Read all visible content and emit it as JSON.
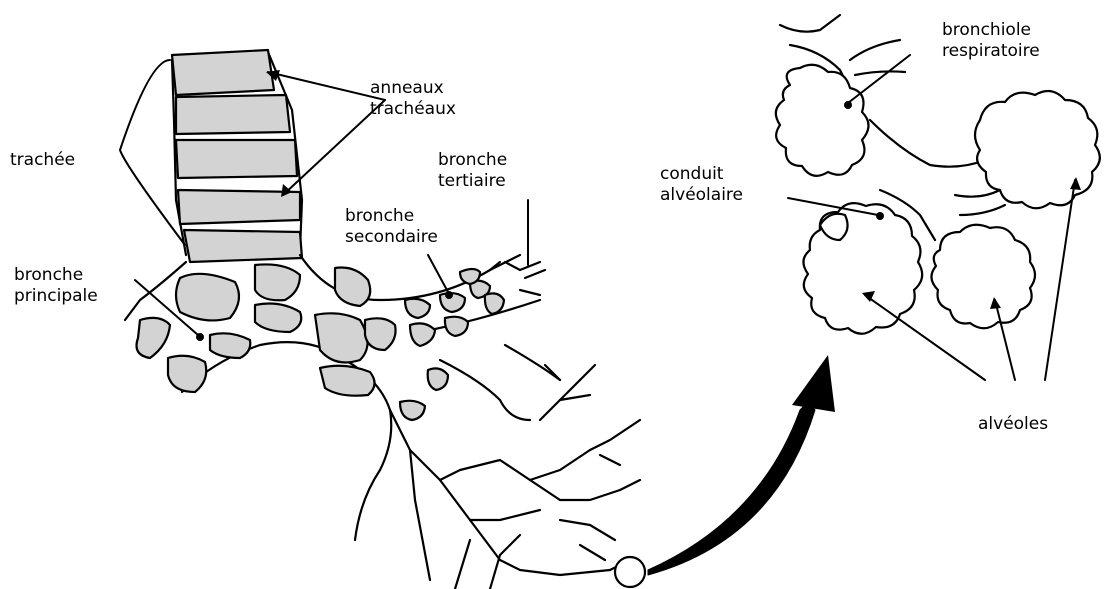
{
  "labels": {
    "trachea": "trachée",
    "tracheal_rings": [
      "anneaux",
      "trachéaux"
    ],
    "main_bronchus": [
      "bronche",
      "principale"
    ],
    "secondary_bronchus": [
      "bronche",
      "secondaire"
    ],
    "tertiary_bronchus": [
      "bronche",
      "tertiaire"
    ],
    "respiratory_bronchiole": [
      "bronchiole",
      "respiratoire"
    ],
    "alveolar_duct": [
      "conduit",
      "alvéolaire"
    ],
    "alveoli": "alvéoles"
  },
  "colors": {
    "line": "#000000",
    "cartilage_fill": "#d3d3d3",
    "background": "#ffffff"
  }
}
